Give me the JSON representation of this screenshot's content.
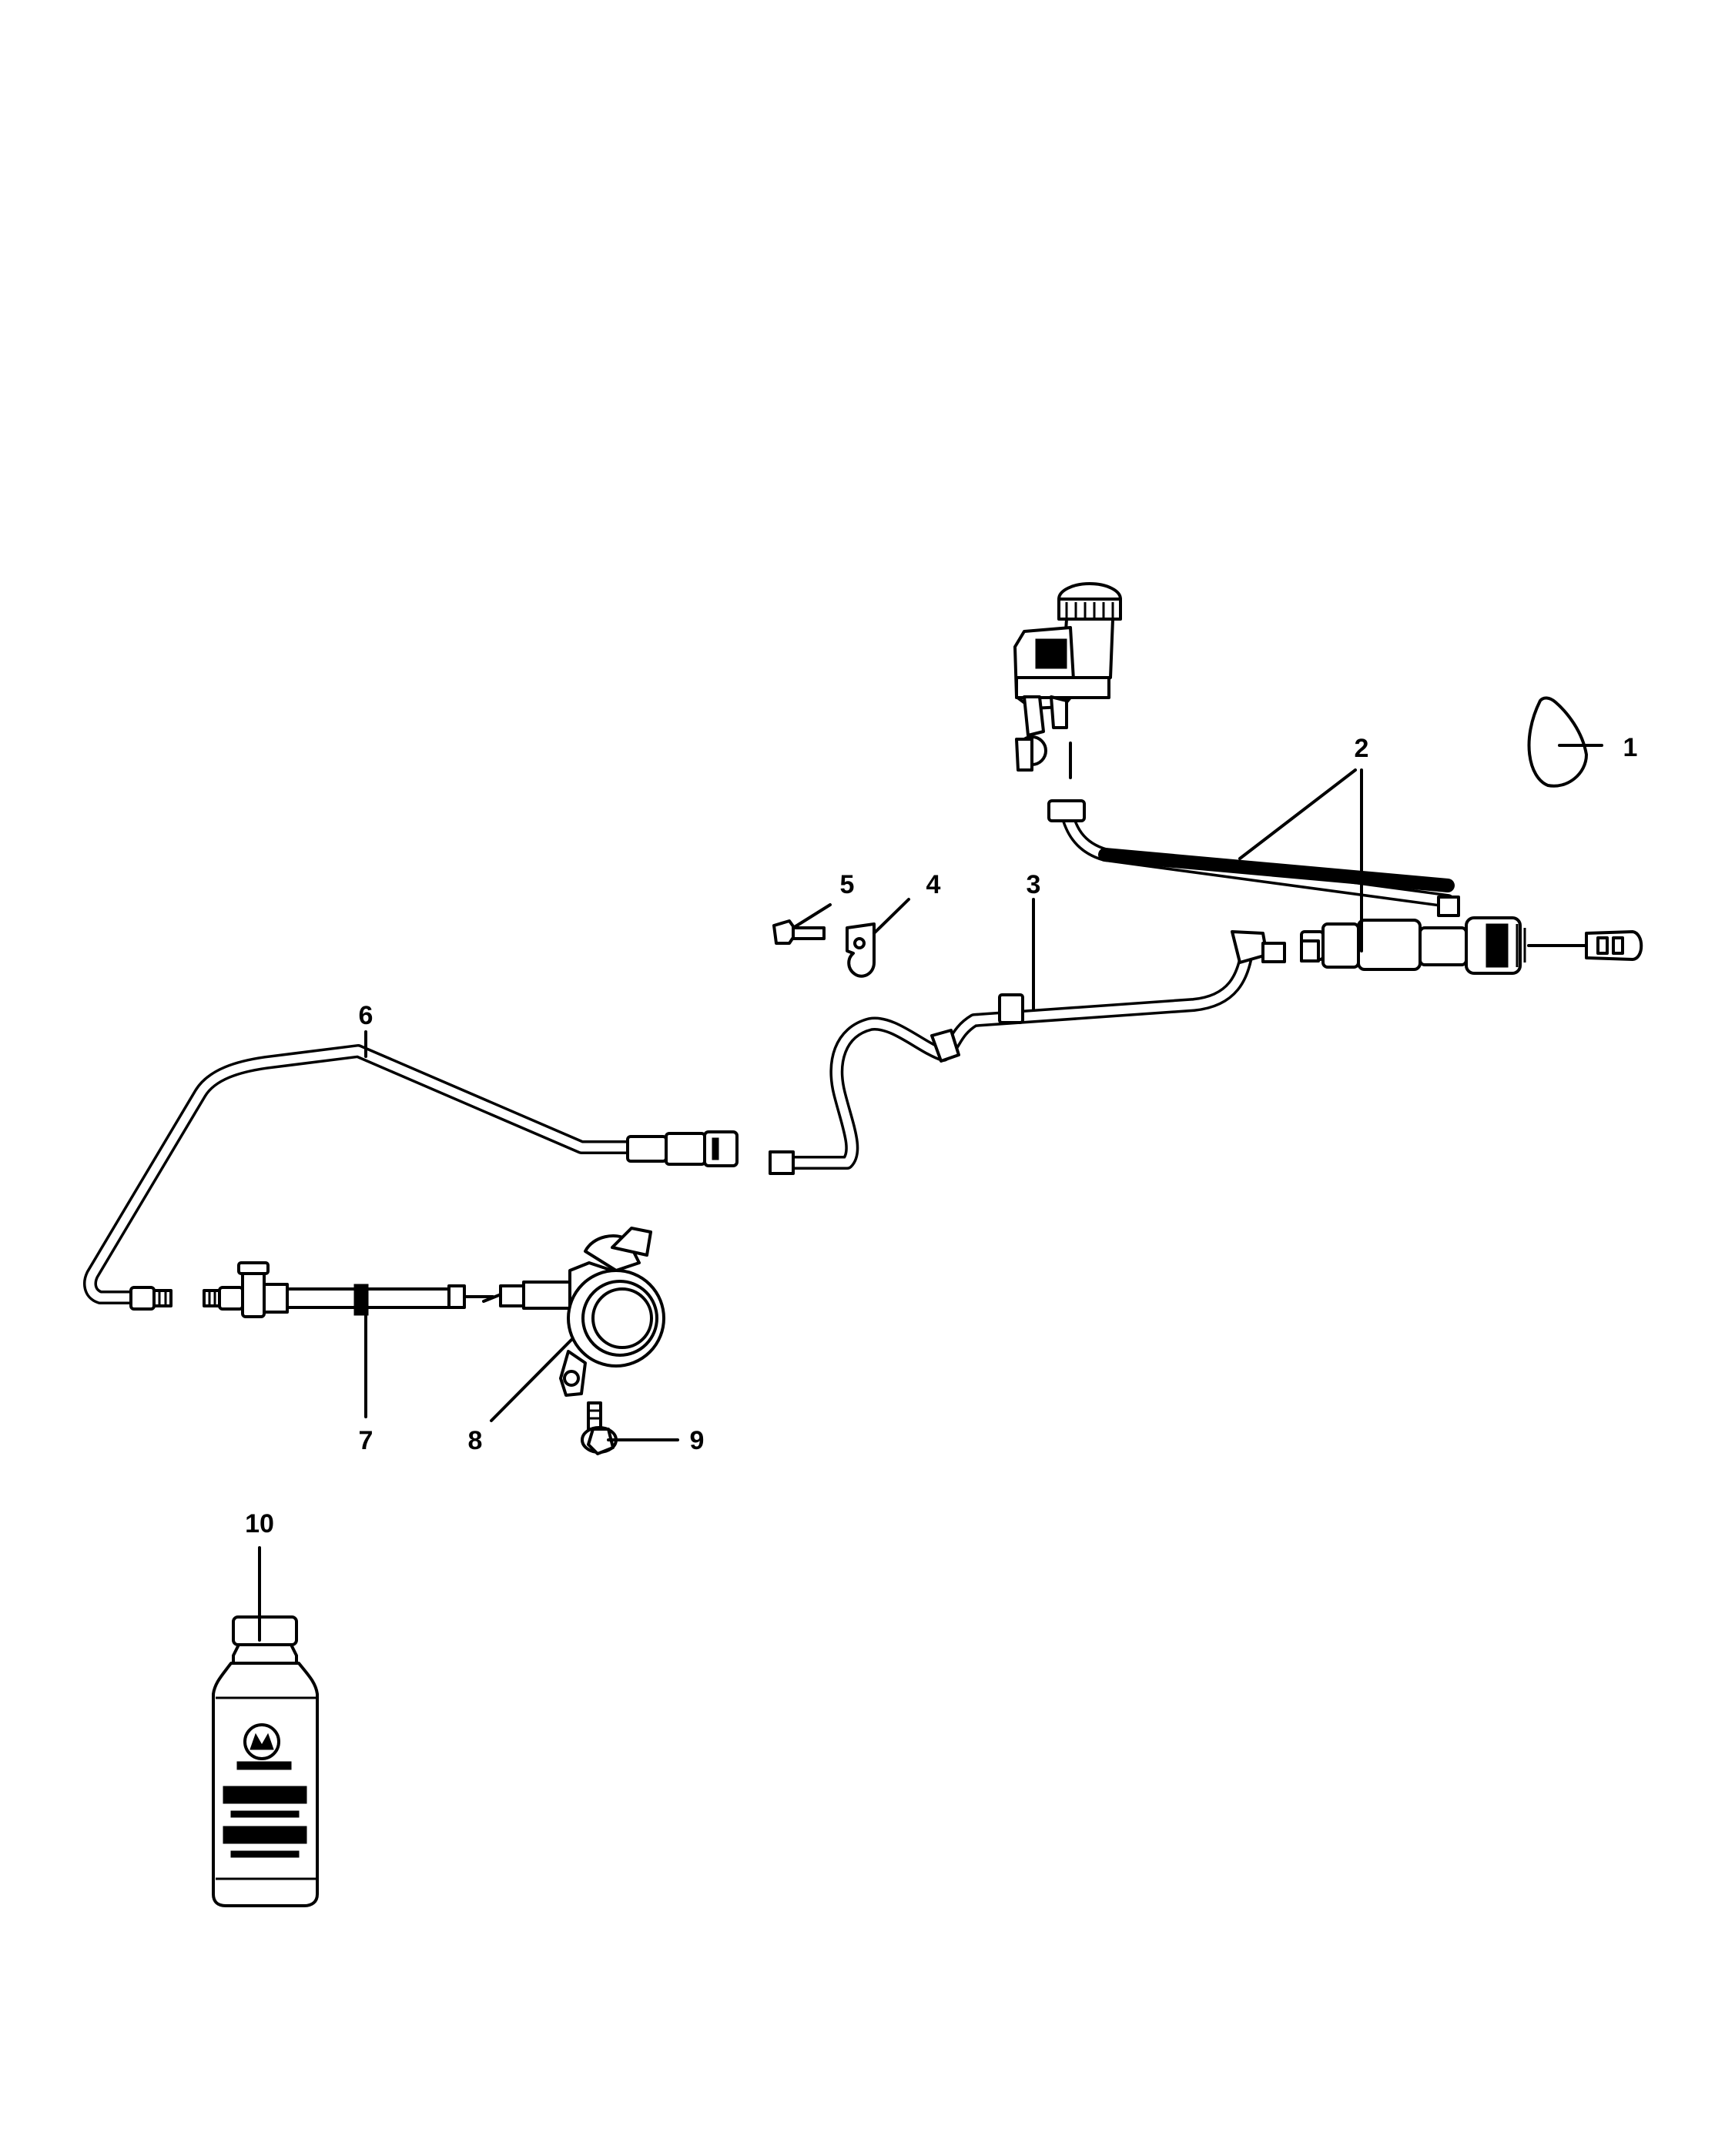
{
  "callouts": [
    {
      "id": "1",
      "text": "1"
    },
    {
      "id": "2",
      "text": "2"
    },
    {
      "id": "3",
      "text": "3"
    },
    {
      "id": "4",
      "text": "4"
    },
    {
      "id": "5",
      "text": "5"
    },
    {
      "id": "6",
      "text": "6"
    },
    {
      "id": "7",
      "text": "7"
    },
    {
      "id": "8",
      "text": "8"
    },
    {
      "id": "9",
      "text": "9"
    },
    {
      "id": "10",
      "text": "10"
    }
  ]
}
